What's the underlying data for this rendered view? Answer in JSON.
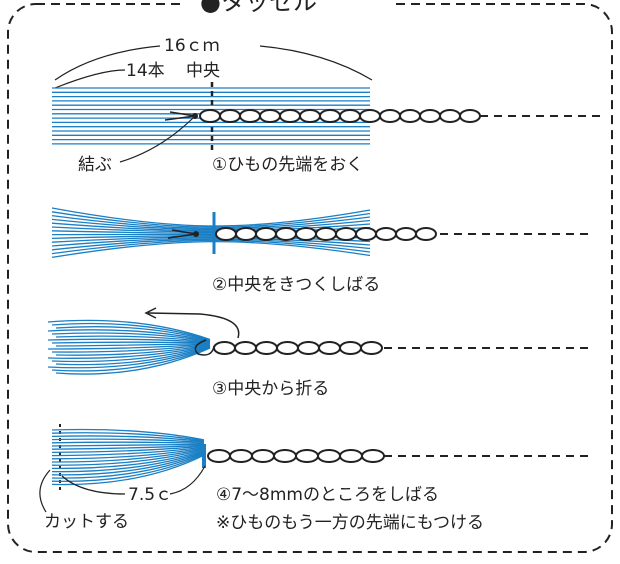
{
  "title": "●タッセル",
  "labels": {
    "length": "16ｃｍ",
    "strands": "14本",
    "center": "中央",
    "tie": "結ぶ",
    "trim_length": "7.5ｃ",
    "cut": "カットする"
  },
  "steps": [
    {
      "caption": "①ひもの先端をおく"
    },
    {
      "caption": "②中央をきつくしばる"
    },
    {
      "caption": "③中央から折る"
    },
    {
      "caption": "④7〜8mmのところをしばる"
    }
  ],
  "note": "※ひものもう一方の先端にもつける",
  "colors": {
    "thread": "#1a7fc4",
    "ink": "#222222",
    "border": "#222222"
  }
}
